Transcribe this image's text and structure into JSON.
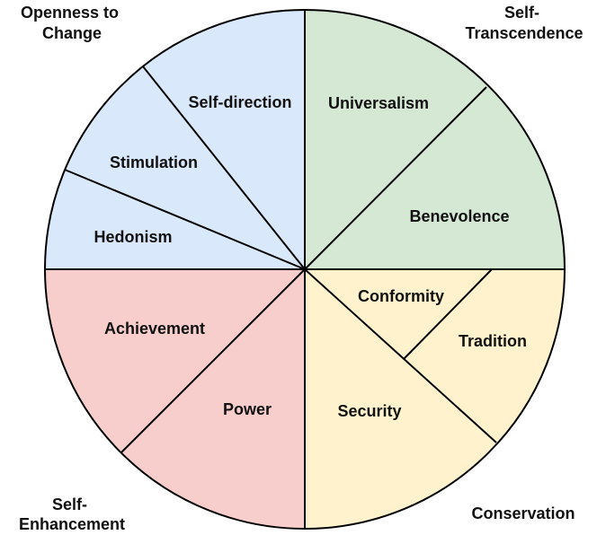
{
  "colors": {
    "openness": "#dae8fc",
    "self_transcendence": "#d5e8d4",
    "conservation": "#fff2cc",
    "self_enhancement": "#f8cecc",
    "outline": "#000000"
  },
  "groups": {
    "openness": [
      "Openness to",
      "Change"
    ],
    "self_transcendence": [
      "Self-",
      "Transcendence"
    ],
    "self_enhancement": [
      "Self-",
      "Enhancement"
    ],
    "conservation": [
      "Conservation"
    ]
  },
  "values": {
    "self_direction": "Self-direction",
    "stimulation": "Stimulation",
    "hedonism": "Hedonism",
    "universalism": "Universalism",
    "benevolence": "Benevolence",
    "conformity": "Conformity",
    "tradition": "Tradition",
    "security": "Security",
    "achievement": "Achievement",
    "power": "Power"
  }
}
